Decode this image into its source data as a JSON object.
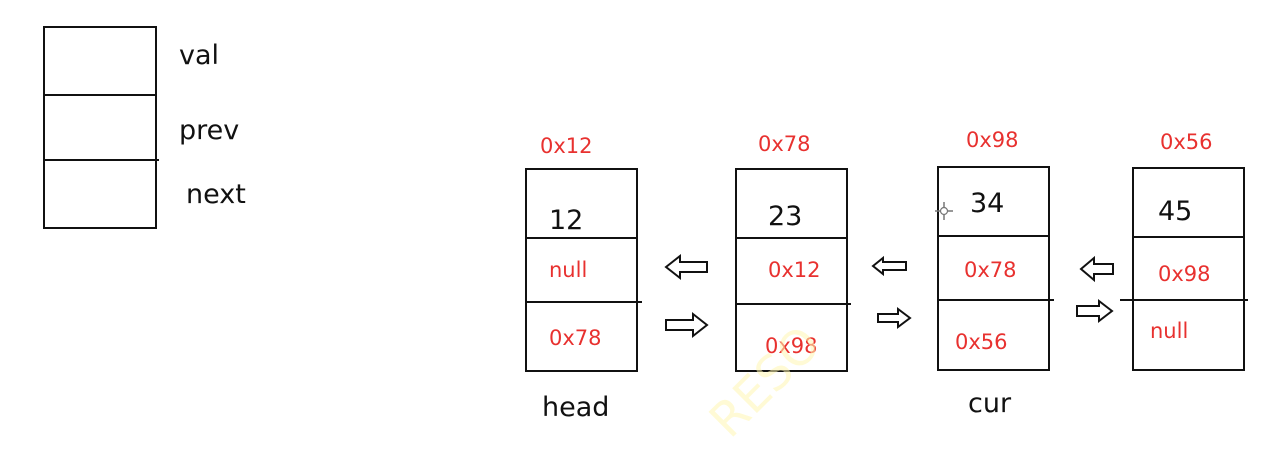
{
  "legend": {
    "fields": [
      "val",
      "prev",
      "next"
    ]
  },
  "nodes": [
    {
      "address": "0x12",
      "val": "12",
      "prev": "null",
      "next": "0x78",
      "label": "head"
    },
    {
      "address": "0x78",
      "val": "23",
      "prev": "0x12",
      "next": "0x98",
      "label": ""
    },
    {
      "address": "0x98",
      "val": "34",
      "prev": "0x78",
      "next": "0x56",
      "label": "cur"
    },
    {
      "address": "0x56",
      "val": "45",
      "prev": "0x98",
      "next": "null",
      "label": ""
    }
  ],
  "watermark": "RESO",
  "colors": {
    "black": "#111111",
    "red": "#e8312f"
  },
  "icons": {
    "prev_arrow": "hollow-left-arrow-icon",
    "next_arrow": "hollow-right-arrow-icon",
    "cursor": "crosshair-cursor-icon"
  }
}
